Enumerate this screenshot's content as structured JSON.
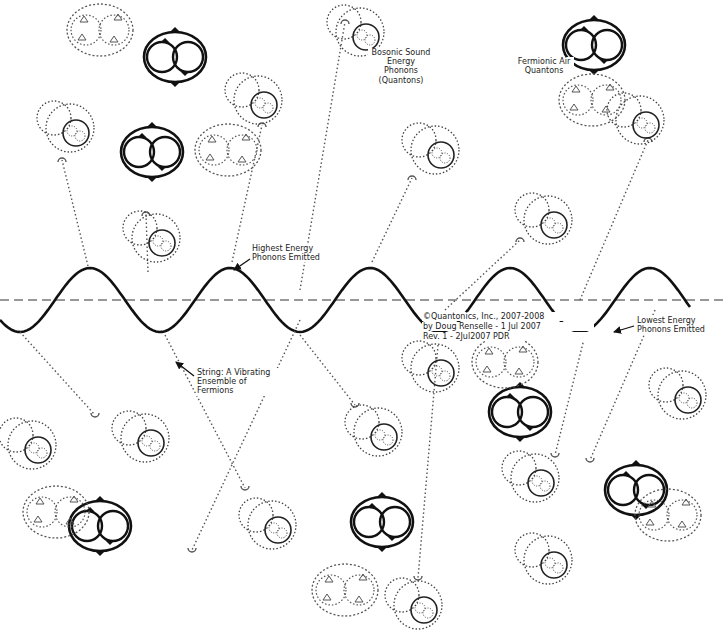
{
  "diagram": {
    "labels": [
      "Bosonic Sound Energy Phonons (Quantons)",
      "Fermionic Air Quantons",
      "Highest Energy Phonons Emitted",
      "©Quantonics, Inc., 2007-2008",
      "by Doug Renselle - 1 Jul 2007",
      "Rev. 1 - 2Jul2007 PDR",
      "Lowest Energy Phonons Emitted",
      "String: A Vibrating Ensemble of Fermions"
    ]
  }
}
